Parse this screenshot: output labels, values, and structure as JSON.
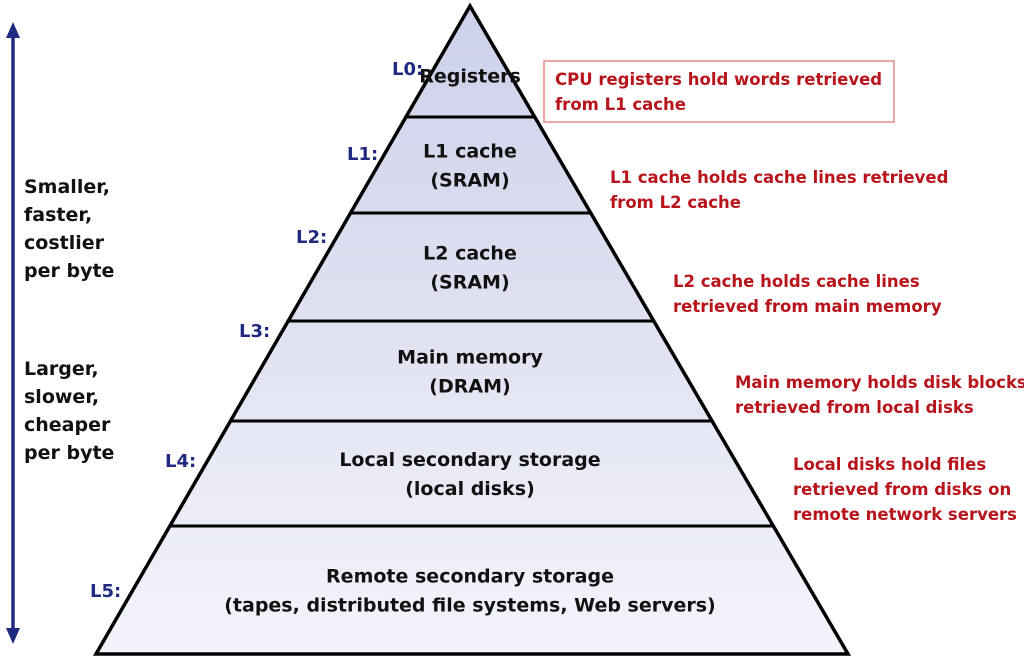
{
  "colors": {
    "tier_fill_top": "#cdd0ea",
    "tier_fill_bottom": "#f3f4fb",
    "outline": "#000000",
    "level_label": "#1f2a80",
    "note_text": "#b8141c",
    "note_box_border": "#e58888",
    "arrow": "#1f2a80"
  },
  "side": {
    "up_label": [
      "Smaller,",
      "faster,",
      "costlier",
      "per byte"
    ],
    "down_label": [
      "Larger,",
      "slower,",
      "cheaper",
      "per byte"
    ]
  },
  "tiers": [
    {
      "level": "L0:",
      "name_lines": [
        "Registers"
      ],
      "note_lines": [
        "CPU registers hold words retrieved",
        "from L1 cache"
      ],
      "note_boxed": true
    },
    {
      "level": "L1:",
      "name_lines": [
        "L1 cache",
        "(SRAM)"
      ],
      "note_lines": [
        "L1 cache holds cache lines retrieved",
        "from L2 cache"
      ]
    },
    {
      "level": "L2:",
      "name_lines": [
        "L2 cache",
        "(SRAM)"
      ],
      "note_lines": [
        "L2 cache holds cache lines",
        "retrieved from main memory"
      ]
    },
    {
      "level": "L3:",
      "name_lines": [
        "Main memory",
        "(DRAM)"
      ],
      "note_lines": [
        "Main memory holds disk blocks",
        "retrieved from local disks"
      ]
    },
    {
      "level": "L4:",
      "name_lines": [
        "Local secondary storage",
        "(local disks)"
      ],
      "note_lines": [
        "Local disks hold files",
        "retrieved from disks on",
        "remote network servers"
      ]
    },
    {
      "level": "L5:",
      "name_lines": [
        "Remote secondary storage",
        "(tapes, distributed file systems, Web servers)"
      ],
      "note_lines": []
    }
  ]
}
